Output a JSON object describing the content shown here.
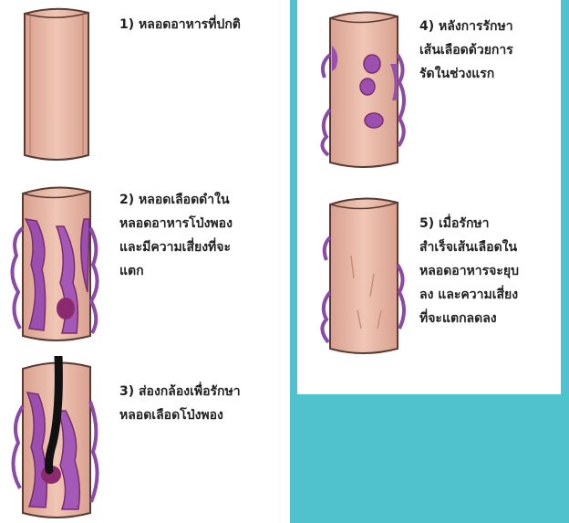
{
  "colors": {
    "teal_panel": "#4fc2cd",
    "wall": "#e9b9a6",
    "wall_edge": "#5a3a32",
    "varix": "#9b4fb0",
    "varix_dark": "#7b2d6a",
    "endoscope": "#111111"
  },
  "steps": [
    {
      "caption": "1) หลอดอาหารที่ปกติ",
      "illustration": "normal-esophagus"
    },
    {
      "caption": "2) หลอดเลือดดำใน\nหลอดอาหารโป่งพอง\nและมีความเสี่ยงที่จะ\nแตก",
      "illustration": "esophageal-varices"
    },
    {
      "caption": "3) ส่องกล้องเพื่อรักษา\nหลอดเลือดโป่งพอง",
      "illustration": "endoscopic-banding"
    },
    {
      "caption": "4) หลังการรักษา\nเส้นเลือดด้วยการ\nรัดในช่วงแรก",
      "illustration": "banded-varices"
    },
    {
      "caption": "5) เมื่อรักษา\nสำเร็จเส้นเลือดใน\nหลอดอาหารจะยุบ\nลง และความเสี่ยง\nที่จะแตกลดลง",
      "illustration": "healed-esophagus"
    }
  ]
}
